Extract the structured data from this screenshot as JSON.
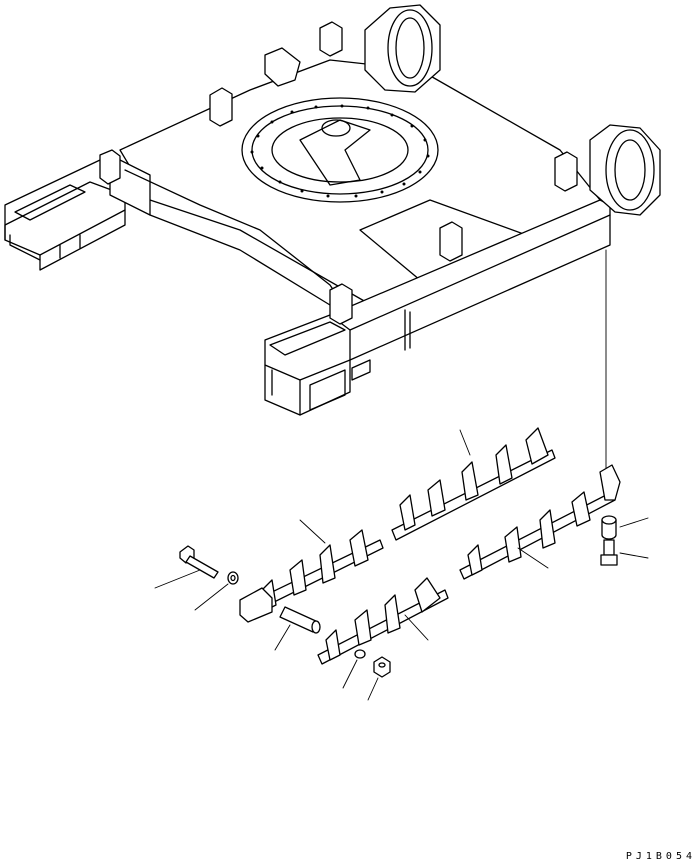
{
  "drawing": {
    "code": "PJ1B054",
    "parts": [
      {
        "id": "track-frame"
      },
      {
        "id": "upper-roller-guard"
      },
      {
        "id": "lower-guard-left"
      },
      {
        "id": "lower-guard-middle"
      },
      {
        "id": "lower-guard-right"
      },
      {
        "id": "spacer"
      },
      {
        "id": "guard-bolt"
      },
      {
        "id": "bolt"
      },
      {
        "id": "washer"
      },
      {
        "id": "pipe-spacer"
      },
      {
        "id": "small-washer"
      },
      {
        "id": "nut"
      }
    ]
  }
}
